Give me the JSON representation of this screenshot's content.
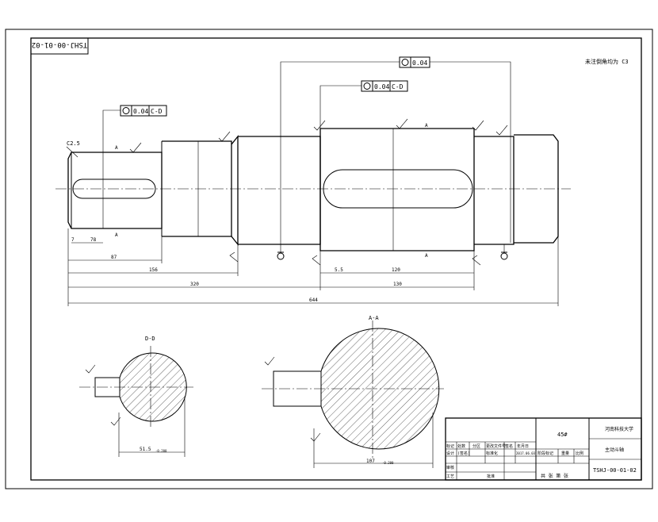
{
  "drawing": {
    "drawing_number_top": "TSHJ-00-01-02",
    "tolerance_note": "未注倒角均为 C3",
    "chamfer_left": "C2.5",
    "tolerance_boxes": {
      "left": {
        "value": "0.04",
        "datum": "C-D"
      },
      "middle": {
        "value": "0.04",
        "datum": "C-D"
      },
      "top": {
        "value": "0.04",
        "datum": ""
      }
    },
    "section_labels": {
      "left": "D-D",
      "right": "A-A"
    },
    "main_dims": {
      "d1": "87",
      "d2": "156",
      "d3": "320",
      "d4": "644",
      "d5": "5.5",
      "d6": "120",
      "d7": "130",
      "d8": "78",
      "d9": "7"
    },
    "section_dims": {
      "left_width": "51.5",
      "left_tol": "-0.200",
      "right_width": "107",
      "right_tol": "-0.200"
    },
    "datum_marks": {
      "d_label": "D",
      "c_label": "C",
      "a_label": "A"
    }
  },
  "title_block": {
    "material": "45#",
    "company": "河南科技大学",
    "part_name": "主动斗轴",
    "drawing_number": "TSHJ-00-01-02",
    "row_headers": [
      "标记",
      "处数",
      "分区",
      "更改文件号",
      "签名",
      "年月日"
    ],
    "design_row": [
      "设计",
      "(签名)",
      "",
      "标准化",
      "2017.06.03"
    ],
    "labels": [
      "阶段标记",
      "重量",
      "比例"
    ],
    "review": "审核",
    "process": "工艺",
    "approve": "批准",
    "sheet_info": "共 张 第 张"
  }
}
